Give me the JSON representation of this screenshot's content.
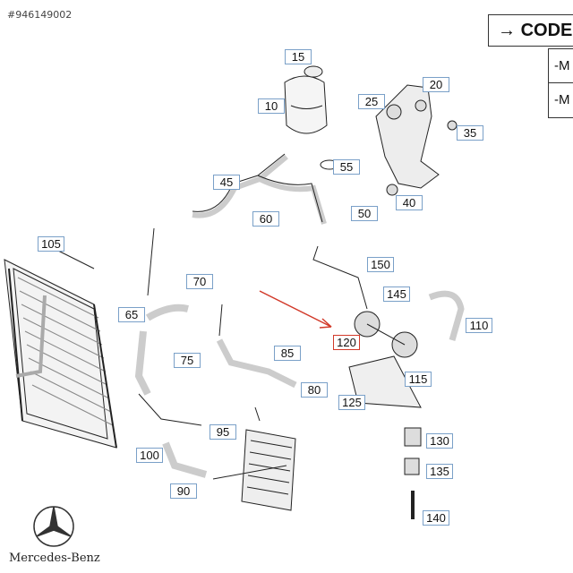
{
  "header": {
    "ref_id": "#946149002"
  },
  "code_table": {
    "title": "CODE",
    "rows": [
      "-M",
      "-M"
    ]
  },
  "brand": {
    "name": "Mercedes-Benz"
  },
  "callouts": [
    {
      "id": "15",
      "label": "15"
    },
    {
      "id": "10",
      "label": "10"
    },
    {
      "id": "20",
      "label": "20"
    },
    {
      "id": "25",
      "label": "25"
    },
    {
      "id": "35",
      "label": "35"
    },
    {
      "id": "55",
      "label": "55"
    },
    {
      "id": "45",
      "label": "45"
    },
    {
      "id": "60",
      "label": "60"
    },
    {
      "id": "50",
      "label": "50"
    },
    {
      "id": "40",
      "label": "40"
    },
    {
      "id": "105",
      "label": "105"
    },
    {
      "id": "150",
      "label": "150"
    },
    {
      "id": "70",
      "label": "70"
    },
    {
      "id": "145",
      "label": "145"
    },
    {
      "id": "65",
      "label": "65"
    },
    {
      "id": "110",
      "label": "110"
    },
    {
      "id": "120",
      "label": "120",
      "highlight": true
    },
    {
      "id": "85",
      "label": "85"
    },
    {
      "id": "75",
      "label": "75"
    },
    {
      "id": "115",
      "label": "115"
    },
    {
      "id": "80",
      "label": "80"
    },
    {
      "id": "125",
      "label": "125"
    },
    {
      "id": "95",
      "label": "95"
    },
    {
      "id": "130",
      "label": "130"
    },
    {
      "id": "100",
      "label": "100"
    },
    {
      "id": "135",
      "label": "135"
    },
    {
      "id": "90",
      "label": "90"
    },
    {
      "id": "140",
      "label": "140"
    }
  ],
  "colors": {
    "callout_border": "#7aa0c8",
    "highlight": "#d23a2a",
    "line": "#222222"
  }
}
